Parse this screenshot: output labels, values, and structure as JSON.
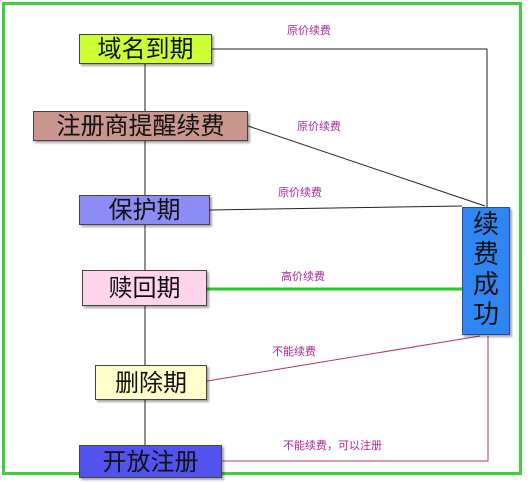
{
  "stages": {
    "expire": "域名到期",
    "reminder": "注册商提醒续费",
    "protection": "保护期",
    "redemption": "赎回期",
    "deletion": "删除期",
    "open": "开放注册"
  },
  "success_chars": [
    "续",
    "费",
    "成",
    "功"
  ],
  "labels": {
    "l1": "原价续费",
    "l2": "原价续费",
    "l3": "原价续费",
    "l4": "高价续费",
    "l5": "不能续费",
    "l6": "不能续费，可以注册"
  },
  "colors": {
    "expire": "#ccff33",
    "reminder": "#c8968c",
    "protection": "#8c8cf5",
    "redemption": "#ffd5ee",
    "deletion": "#ffffcc",
    "open": "#5252ee",
    "success": "#2f86f3",
    "frame": "#3fcf3f",
    "label_text": "#b0259c",
    "highlight_line": "#22cc22",
    "red_lines": "#b03a5a"
  }
}
